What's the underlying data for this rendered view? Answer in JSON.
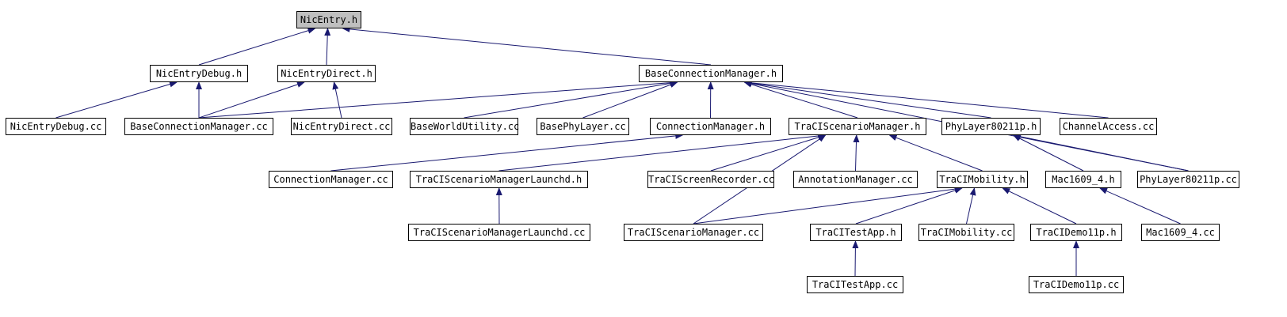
{
  "colors": {
    "edge": "#191970",
    "root_fill": "#bfbfbf",
    "node_fill": "#ffffff",
    "node_border": "#000000"
  },
  "nodes": {
    "nicentry_h": "NicEntry.h",
    "nicentrydebug_h": "NicEntryDebug.h",
    "nicentrydirect_h": "NicEntryDirect.h",
    "baseconnectionmanager_h": "BaseConnectionManager.h",
    "nicentrydebug_cc": "NicEntryDebug.cc",
    "baseconnectionmanager_cc": "BaseConnectionManager.cc",
    "nicentrydirect_cc": "NicEntryDirect.cc",
    "baseworldutility_cc": "BaseWorldUtility.cc",
    "basephylayer_cc": "BasePhyLayer.cc",
    "connectionmanager_h": "ConnectionManager.h",
    "tracisscenariomanager_h": "TraCIScenarioManager.h",
    "phylayer80211p_h": "PhyLayer80211p.h",
    "channelaccess_cc": "ChannelAccess.cc",
    "connectionmanager_cc": "ConnectionManager.cc",
    "tracisscenariomanagerlaunchd_h": "TraCIScenarioManagerLaunchd.h",
    "traciscreenrecorder_cc": "TraCIScreenRecorder.cc",
    "annotationmanager_cc": "AnnotationManager.cc",
    "tracimobility_h": "TraCIMobility.h",
    "mac1609_4_h": "Mac1609_4.h",
    "phylayer80211p_cc": "PhyLayer80211p.cc",
    "tracisscenariomanagerlaunchd_cc": "TraCIScenarioManagerLaunchd.cc",
    "tracisscenariomanager_cc": "TraCIScenarioManager.cc",
    "tracitestapp_h": "TraCITestApp.h",
    "tracimobility_cc": "TraCIMobility.cc",
    "tracidemo11p_h": "TraCIDemo11p.h",
    "mac1609_4_cc": "Mac1609_4.cc",
    "tracitestapp_cc": "TraCITestApp.cc",
    "tracidemo11p_cc": "TraCIDemo11p.cc"
  },
  "edges": [
    [
      "nicentrydebug_h",
      "nicentry_h"
    ],
    [
      "nicentrydirect_h",
      "nicentry_h"
    ],
    [
      "baseconnectionmanager_h",
      "nicentry_h"
    ],
    [
      "nicentrydebug_cc",
      "nicentrydebug_h"
    ],
    [
      "baseconnectionmanager_cc",
      "nicentrydebug_h"
    ],
    [
      "baseconnectionmanager_cc",
      "nicentrydirect_h"
    ],
    [
      "nicentrydirect_cc",
      "nicentrydirect_h"
    ],
    [
      "baseconnectionmanager_cc",
      "baseconnectionmanager_h"
    ],
    [
      "baseworldutility_cc",
      "baseconnectionmanager_h"
    ],
    [
      "basephylayer_cc",
      "baseconnectionmanager_h"
    ],
    [
      "connectionmanager_h",
      "baseconnectionmanager_h"
    ],
    [
      "tracisscenariomanager_h",
      "baseconnectionmanager_h"
    ],
    [
      "phylayer80211p_h",
      "baseconnectionmanager_h"
    ],
    [
      "channelaccess_cc",
      "baseconnectionmanager_h"
    ],
    [
      "phylayer80211p_cc",
      "baseconnectionmanager_h"
    ],
    [
      "connectionmanager_cc",
      "connectionmanager_h"
    ],
    [
      "tracisscenariomanagerlaunchd_h",
      "tracisscenariomanager_h"
    ],
    [
      "traciscreenrecorder_cc",
      "tracisscenariomanager_h"
    ],
    [
      "annotationmanager_cc",
      "tracisscenariomanager_h"
    ],
    [
      "tracimobility_h",
      "tracisscenariomanager_h"
    ],
    [
      "tracisscenariomanager_cc",
      "tracisscenariomanager_h"
    ],
    [
      "mac1609_4_h",
      "phylayer80211p_h"
    ],
    [
      "phylayer80211p_cc",
      "phylayer80211p_h"
    ],
    [
      "tracisscenariomanagerlaunchd_cc",
      "tracisscenariomanagerlaunchd_h"
    ],
    [
      "tracisscenariomanager_cc",
      "tracimobility_h"
    ],
    [
      "tracitestapp_h",
      "tracimobility_h"
    ],
    [
      "tracimobility_cc",
      "tracimobility_h"
    ],
    [
      "tracidemo11p_h",
      "tracimobility_h"
    ],
    [
      "mac1609_4_cc",
      "mac1609_4_h"
    ],
    [
      "tracitestapp_cc",
      "tracitestapp_h"
    ],
    [
      "tracidemo11p_cc",
      "tracidemo11p_h"
    ]
  ]
}
